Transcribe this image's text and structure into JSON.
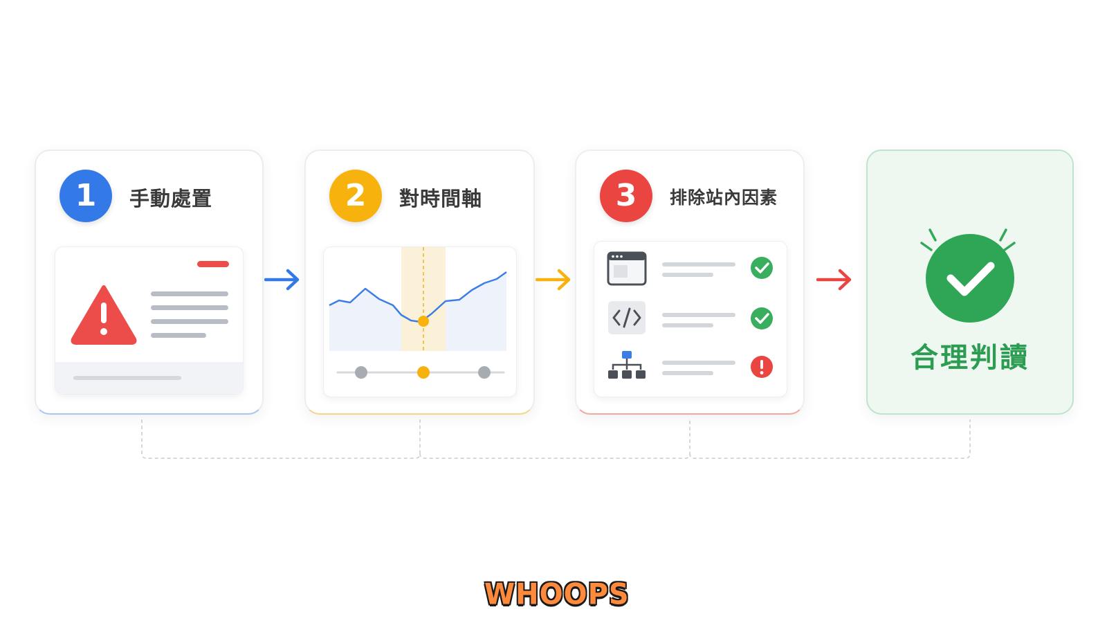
{
  "steps": [
    {
      "number": "1",
      "title": "手動處置",
      "color": "#3479e8"
    },
    {
      "number": "2",
      "title": "對時間軸",
      "color": "#f8b20e"
    },
    {
      "number": "3",
      "title": "排除站內因素",
      "color": "#ea4541"
    }
  ],
  "result": {
    "label": "合理判讀",
    "color": "#2ea655"
  },
  "step3_checks": [
    {
      "icon": "browser-window-icon",
      "status": "ok"
    },
    {
      "icon": "code-icon",
      "status": "ok"
    },
    {
      "icon": "sitemap-icon",
      "status": "warning"
    }
  ],
  "accent_colors": {
    "blue": "#3479e8",
    "yellow": "#f8b20e",
    "red": "#ea4541",
    "green": "#2ea655"
  },
  "logo": "WHOOPS"
}
